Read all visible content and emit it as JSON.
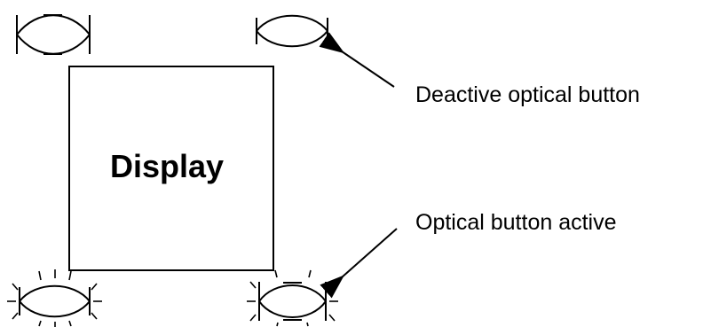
{
  "display": {
    "label": "Display"
  },
  "annotations": {
    "deactive": "Deactive optical button",
    "active": "Optical button active"
  },
  "buttons": [
    {
      "id": "top-left",
      "state": "deactive",
      "style": "vertical-bars"
    },
    {
      "id": "top-right",
      "state": "deactive",
      "style": "side-bars"
    },
    {
      "id": "bottom-left",
      "state": "active",
      "style": "side-bars"
    },
    {
      "id": "bottom-right",
      "state": "active",
      "style": "vertical-bars"
    }
  ],
  "colors": {
    "line": "#000000",
    "background": "#ffffff"
  }
}
